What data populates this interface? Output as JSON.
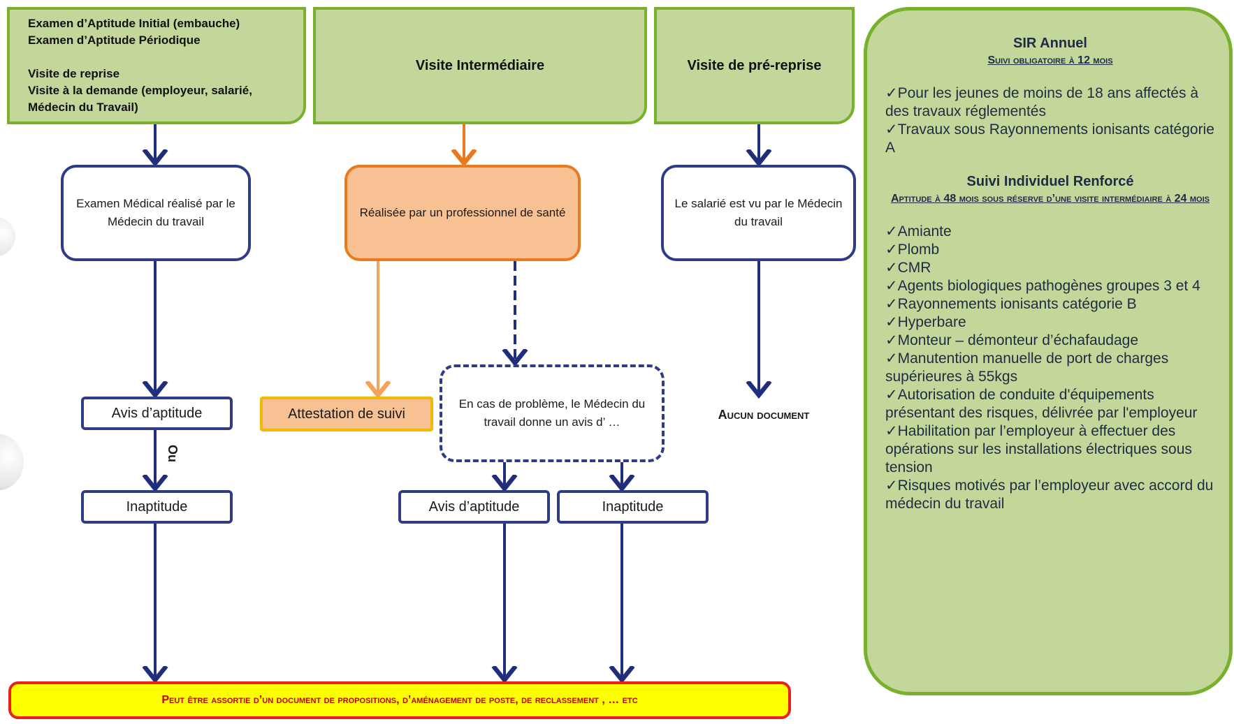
{
  "headers": {
    "left": {
      "lines": [
        "Examen d’Aptitude Initial (embauche)",
        "Examen  d’Aptitude Périodique",
        "",
        "Visite de reprise",
        "Visite à la demande (employeur, salarié,",
        "Médecin du Travail)"
      ]
    },
    "middle": "Visite Intermédiaire",
    "right": "Visite de pré-reprise"
  },
  "nodes": {
    "exam": "Examen Médical réalisé par le Médecin du travail",
    "professional": "Réalisée par un professionnel de santé",
    "prereprise": "Le salarié est vu par le Médecin du travail",
    "probleme": "En cas de problème, le Médecin du travail donne un avis d’ …"
  },
  "results": {
    "avis_left": "Avis d’aptitude",
    "inaptitude_left": "Inaptitude",
    "attestation": "Attestation de suivi",
    "avis_mid": "Avis d’aptitude",
    "inaptitude_mid": "Inaptitude",
    "aucun": "Aucun document",
    "or_label": "Ou"
  },
  "bottom": "Peut être assortie d’un document de propositions, d’aménagement de poste, de reclassement , … etc",
  "panel": {
    "sir_title": "SIR Annuel",
    "sir_sub": "Suivi obligatoire à 12 mois",
    "sir_items": [
      "Pour les jeunes de moins de 18 ans affectés à des travaux réglementés",
      "Travaux sous Rayonnements ionisants catégorie A"
    ],
    "sir2_title": "Suivi Individuel Renforcé",
    "sir2_sub": "Aptitude à 48 mois sous réserve d’une visite intermédiaire à 24 mois",
    "sir2_items": [
      "Amiante",
      "Plomb",
      "CMR",
      "Agents biologiques pathogènes groupes 3 et 4",
      "Rayonnements ionisants catégorie B",
      "Hyperbare",
      "Monteur – démonteur d’échafaudage",
      "Manutention manuelle de port de charges supérieures à 55kgs",
      "Autorisation de conduite d'équipements présentant des risques, délivrée par l'employeur",
      "Habilitation par l’employeur  à effectuer des opérations sur les installations électriques sous tension",
      "Risques motivés par l’employeur avec accord du médecin du travail"
    ]
  },
  "colors": {
    "green_fill": "#c4d79b",
    "green_border": "#77b12d",
    "navy": "#2e3c88",
    "orange_fill": "#f8c193",
    "orange_border": "#ea7a1e",
    "bottom_fill": "#ffff00",
    "bottom_border": "#e8211c"
  }
}
